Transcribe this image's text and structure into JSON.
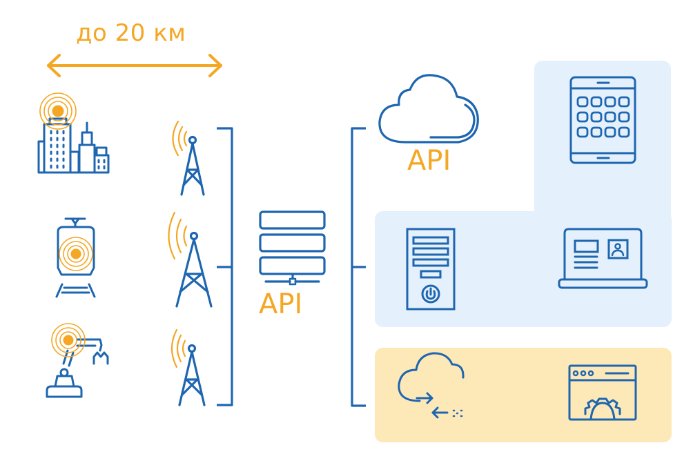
{
  "colors": {
    "primary_blue": "#1e66b0",
    "accent_orange": "#f5a623",
    "panel_blue": "#e4f0fb",
    "panel_yellow": "#fde8b8"
  },
  "range": {
    "label": "до 20 км",
    "arrow_icon": "double-arrow-horizontal"
  },
  "sources": [
    {
      "name": "city-buildings",
      "icon": "city-sensor-icon"
    },
    {
      "name": "train",
      "icon": "train-sensor-icon"
    },
    {
      "name": "robot-arm",
      "icon": "industrial-robot-sensor-icon"
    }
  ],
  "towers": [
    {
      "name": "tower-1",
      "icon": "radio-tower-icon"
    },
    {
      "name": "tower-2",
      "icon": "radio-tower-icon"
    },
    {
      "name": "tower-3",
      "icon": "radio-tower-icon"
    }
  ],
  "server": {
    "icon": "server-stack-icon",
    "label": "API"
  },
  "cloud": {
    "icon": "cloud-icon",
    "label": "API"
  },
  "clients": {
    "blue_group": [
      {
        "name": "tablet",
        "icon": "tablet-icon"
      },
      {
        "name": "desktop-pc",
        "icon": "desktop-tower-icon"
      },
      {
        "name": "laptop",
        "icon": "laptop-profile-icon"
      }
    ],
    "yellow_group": [
      {
        "name": "cloud-sync",
        "icon": "cloud-sync-icon"
      },
      {
        "name": "web-app-settings",
        "icon": "browser-gear-icon"
      }
    ]
  }
}
